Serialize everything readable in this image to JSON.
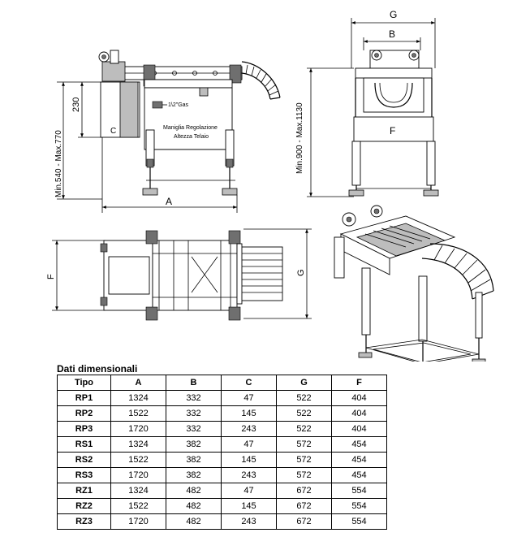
{
  "drawing": {
    "label_G": "G",
    "label_B": "B",
    "label_F": "F",
    "label_A": "A",
    "label_C": "C",
    "label_230": "230",
    "label_height_left": "Min.540 - Max.770",
    "label_height_right": "Min.900 - Max.1130",
    "label_gas": "1\\2\"Gas",
    "label_maniglia_line1": "Maniglia Regolazione",
    "label_maniglia_line2": "Altezza Telaio"
  },
  "table": {
    "title": "Dati dimensionali",
    "headers": [
      "Tipo",
      "A",
      "B",
      "C",
      "G",
      "F"
    ],
    "rows": [
      [
        "RP1",
        "1324",
        "332",
        "47",
        "522",
        "404"
      ],
      [
        "RP2",
        "1522",
        "332",
        "145",
        "522",
        "404"
      ],
      [
        "RP3",
        "1720",
        "332",
        "243",
        "522",
        "404"
      ],
      [
        "RS1",
        "1324",
        "382",
        "47",
        "572",
        "454"
      ],
      [
        "RS2",
        "1522",
        "382",
        "145",
        "572",
        "454"
      ],
      [
        "RS3",
        "1720",
        "382",
        "243",
        "572",
        "454"
      ],
      [
        "RZ1",
        "1324",
        "482",
        "47",
        "672",
        "554"
      ],
      [
        "RZ2",
        "1522",
        "482",
        "145",
        "672",
        "554"
      ],
      [
        "RZ3",
        "1720",
        "482",
        "243",
        "672",
        "554"
      ]
    ]
  }
}
